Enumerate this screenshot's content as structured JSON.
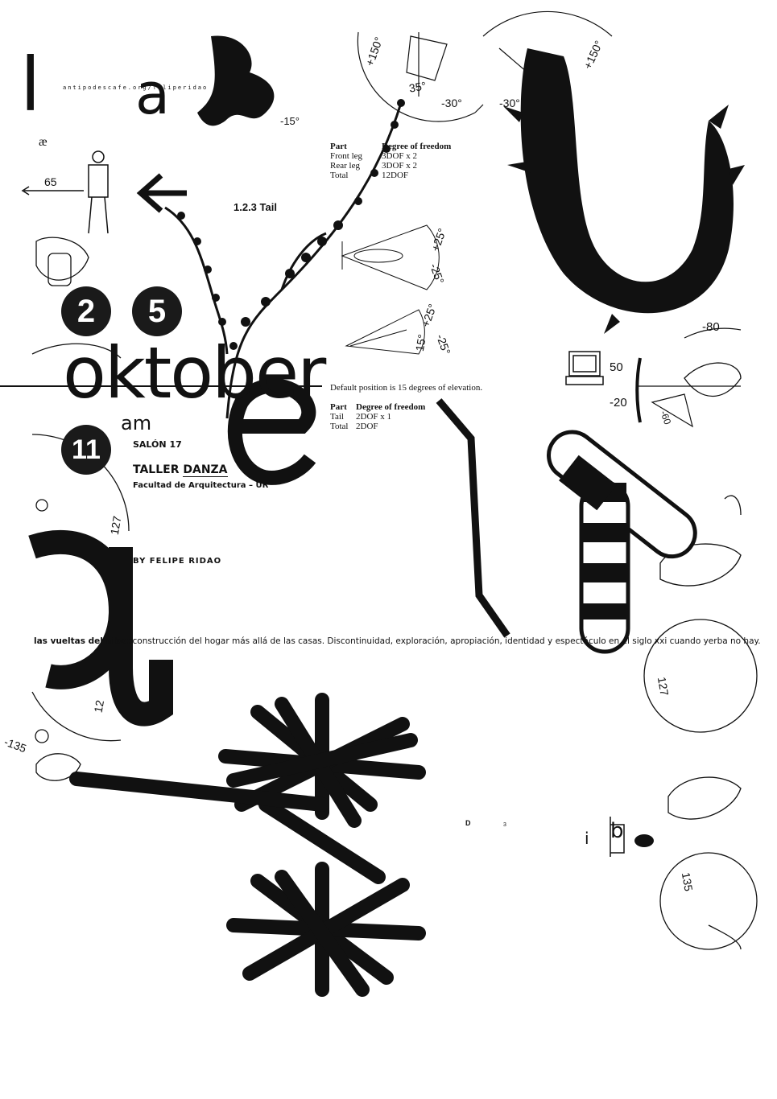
{
  "poster": {
    "logo_letters": [
      "l",
      "a"
    ],
    "url_strip": "antipodescafe.org/feliperidao",
    "ae_glyph": "æ",
    "arrow_label": "65",
    "tail_heading": "1.2.3 Tail",
    "angle_labels": [
      "+150°",
      "35°",
      "-30°",
      "-15°",
      "-30°",
      "+150°",
      "+25°",
      "-25°",
      "+25°",
      "15°",
      "-25°",
      "-80",
      "50",
      "-20",
      "-60",
      "127",
      "127",
      "-135",
      "135",
      "12"
    ],
    "table1": {
      "headers": [
        "Part",
        "Degree of freedom"
      ],
      "rows": [
        [
          "Front leg",
          "3DOF x 2"
        ],
        [
          "Rear leg",
          "3DOF x 2"
        ],
        [
          "Total",
          "12DOF"
        ]
      ]
    },
    "default_position": "Default position is 15 degrees of elevation.",
    "table2": {
      "headers": [
        "Part",
        "Degree of freedom"
      ],
      "rows": [
        [
          "Tail",
          "2DOF x 1"
        ],
        [
          "Total",
          "2DOF"
        ]
      ]
    },
    "date_digits": [
      "2",
      "5"
    ],
    "month": "oktober",
    "time_suffix": "am",
    "hour": "11",
    "venue": "SALÓN 17",
    "event_title_prefix": "TALLER",
    "event_title_emph": "DANZA",
    "institution": "Facultad de Arquitectura – UR",
    "byline": "BY FELIPE RIDAO",
    "description_lead": "las vueltas del aibo:",
    "description_body": "construcción del hogar más allá de las casas. Discontinuidad, exploración, apropiación, identidad y espectáculo en el siglo xxi cuando yerba no hay.",
    "bottom_fragments": [
      "D",
      "3",
      "i",
      "b"
    ],
    "colors": {
      "ink": "#111111",
      "paper": "#ffffff"
    }
  }
}
